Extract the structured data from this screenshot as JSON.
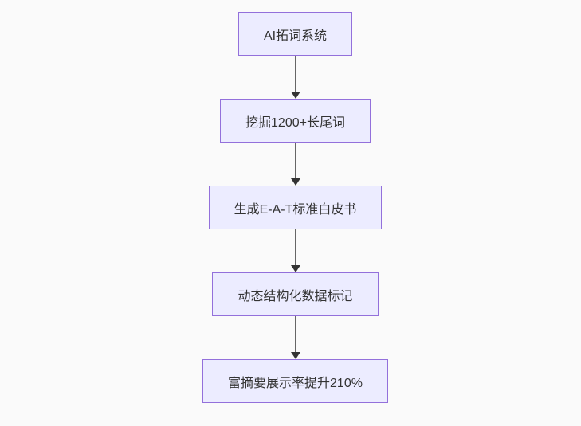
{
  "diagram": {
    "type": "flowchart",
    "direction": "top-down",
    "colors": {
      "background": "#fafafa",
      "node_fill": "#ececff",
      "node_border": "#9370db",
      "node_text": "#333333",
      "arrow_line": "#666666",
      "arrow_head": "#333333"
    },
    "nodes": [
      {
        "label": "AI拓词系统"
      },
      {
        "label": "挖掘1200+长尾词"
      },
      {
        "label": "生成E-A-T标准白皮书"
      },
      {
        "label": "动态结构化数据标记"
      },
      {
        "label": "富摘要展示率提升210%"
      }
    ],
    "edges": [
      {
        "from": 0,
        "to": 1
      },
      {
        "from": 1,
        "to": 2
      },
      {
        "from": 2,
        "to": 3
      },
      {
        "from": 3,
        "to": 4
      }
    ]
  }
}
